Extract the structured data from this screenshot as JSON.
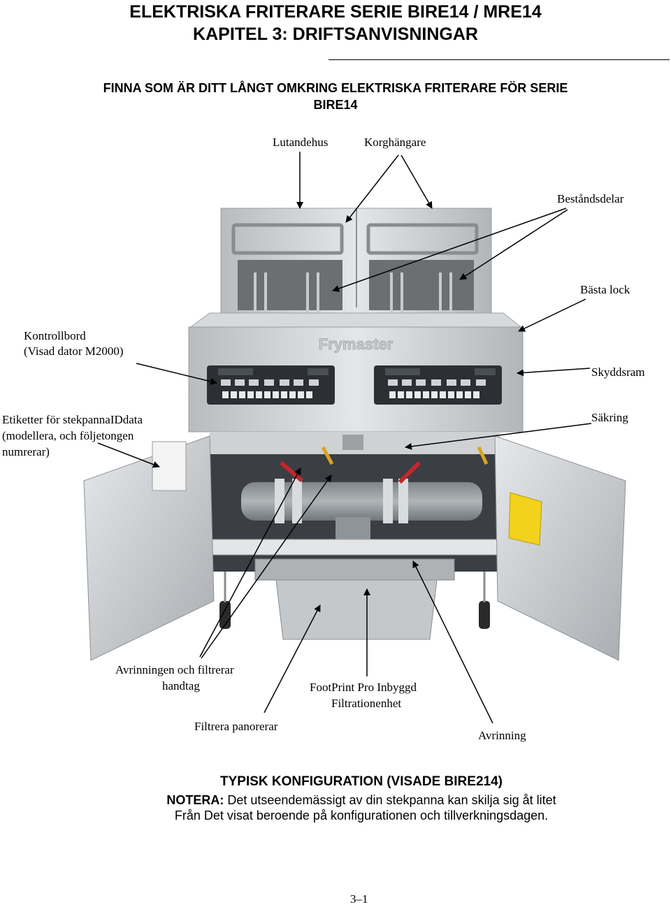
{
  "header": {
    "title_line1": "ELEKTRISKA FRITERARE SERIE BIRE14 / MRE14",
    "title_line2": "KAPITEL 3:  DRIFTSANVISNINGAR"
  },
  "section": {
    "heading_line1": "FINNA SOM ÄR DITT LÅNGT OMKRING ELEKTRISKA FRITERARE FÖR SERIE",
    "heading_line2": "BIRE14"
  },
  "labels": {
    "lutandehus": "Lutandehus",
    "korghangare": "Korghängare",
    "bestandsdelar": "Beståndsdelar",
    "basta_lock": "Bästa lock",
    "kontrollbord_1": "Kontrollbord",
    "kontrollbord_2": "(Visad dator M2000)",
    "skyddsram": "Skyddsram",
    "etiketter_1": "Etiketter   för   stekpannaIDdata",
    "etiketter_2": "(modellera,    och    följetongen",
    "etiketter_3": "numrerar)",
    "sakring": "Säkring",
    "avrinningen_1": "Avrinningen och filtrerar",
    "avrinningen_2": "handtag",
    "footprint_1": "FootPrint Pro Inbyggd",
    "footprint_2": "Filtrationenhet",
    "filtrera": "Filtrera panorerar",
    "avrinning": "Avrinning"
  },
  "photo": {
    "brand_text": "Frymaster"
  },
  "caption": {
    "line1": "TYPISK KONFIGURATION (VISADE BIRE214)",
    "line2_bold": "NOTERA:",
    "line2_rest": " Det utseendemässigt av din stekpanna kan skilja sig åt litet",
    "line3": "Från  Det visat beroende på konfigurationen och tillverkningsdagen."
  },
  "footer": {
    "page_number": "3–1"
  }
}
